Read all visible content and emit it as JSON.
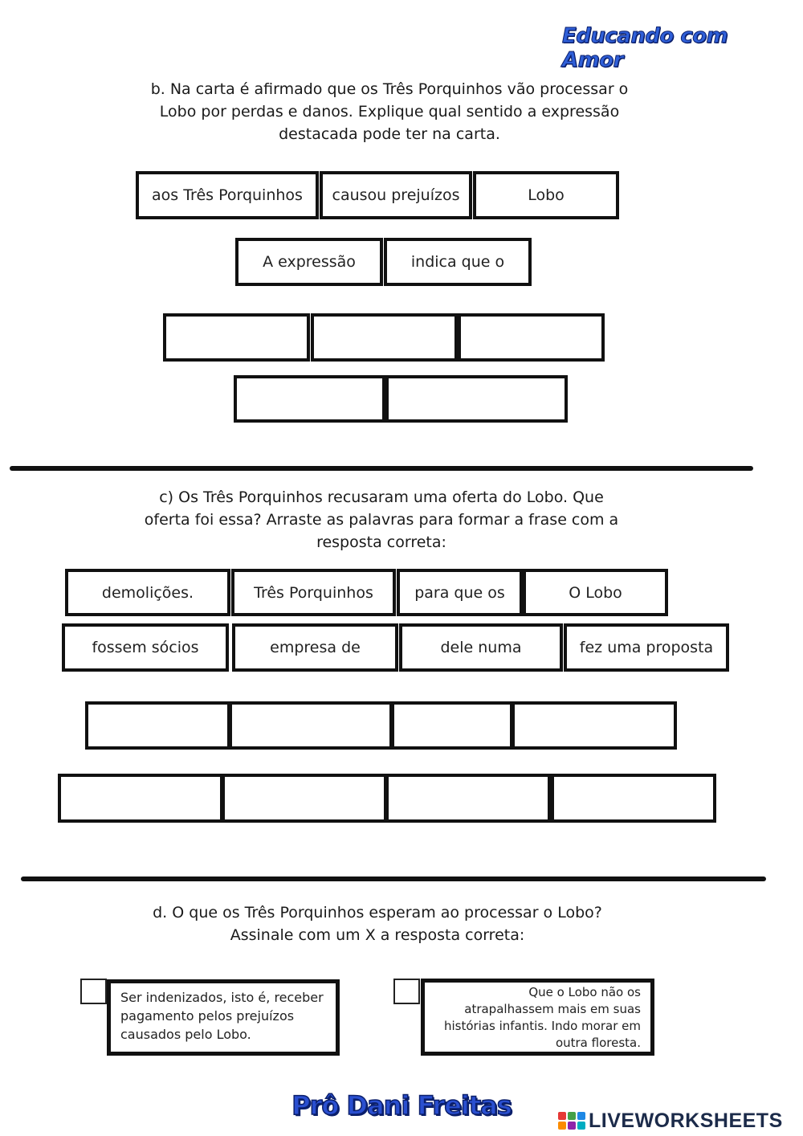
{
  "branding": {
    "top_logo": "Educando com Amor",
    "bottom_logo": "Prô Dani Freitas",
    "site_logo": "LIVEWORKSHEETS",
    "site_logo_colors": [
      "#e53935",
      "#43a047",
      "#1e88e5",
      "#fb8c00",
      "#8e24aa",
      "#00acc1"
    ]
  },
  "section_b": {
    "prompt_lines": [
      "b. Na carta é afirmado que os Três Porquinhos vão processar o",
      "Lobo  por perdas e danos.  Explique qual sentido a expressão",
      "destacada pode ter na carta."
    ],
    "tiles_row1": [
      "aos Três Porquinhos",
      "causou prejuízos",
      "Lobo"
    ],
    "tiles_row2": [
      "A expressão",
      "indica que o"
    ]
  },
  "section_c": {
    "prompt_lines": [
      "c)  Os Três Porquinhos recusaram uma  oferta do Lobo. Que",
      "oferta foi essa? Arraste as palavras para formar a frase com a",
      "resposta correta:"
    ],
    "tiles_row1": [
      "demolições.",
      "Três Porquinhos",
      "para que os",
      "O Lobo"
    ],
    "tiles_row2": [
      "fossem sócios",
      "empresa de",
      "dele numa",
      "fez uma proposta"
    ]
  },
  "section_d": {
    "prompt_lines": [
      "d. O que os Três Porquinhos esperam ao processar o Lobo?",
      "Assinale com um X a resposta correta:"
    ],
    "option_1_lines": [
      "Ser indenizados, isto é, receber",
      "pagamento pelos prejuízos",
      " causados pelo Lobo."
    ],
    "option_2_lines": [
      "Que o Lobo não os",
      "atrapalhassem mais em suas",
      "histórias infantis. Indo morar em",
      "outra floresta."
    ]
  }
}
